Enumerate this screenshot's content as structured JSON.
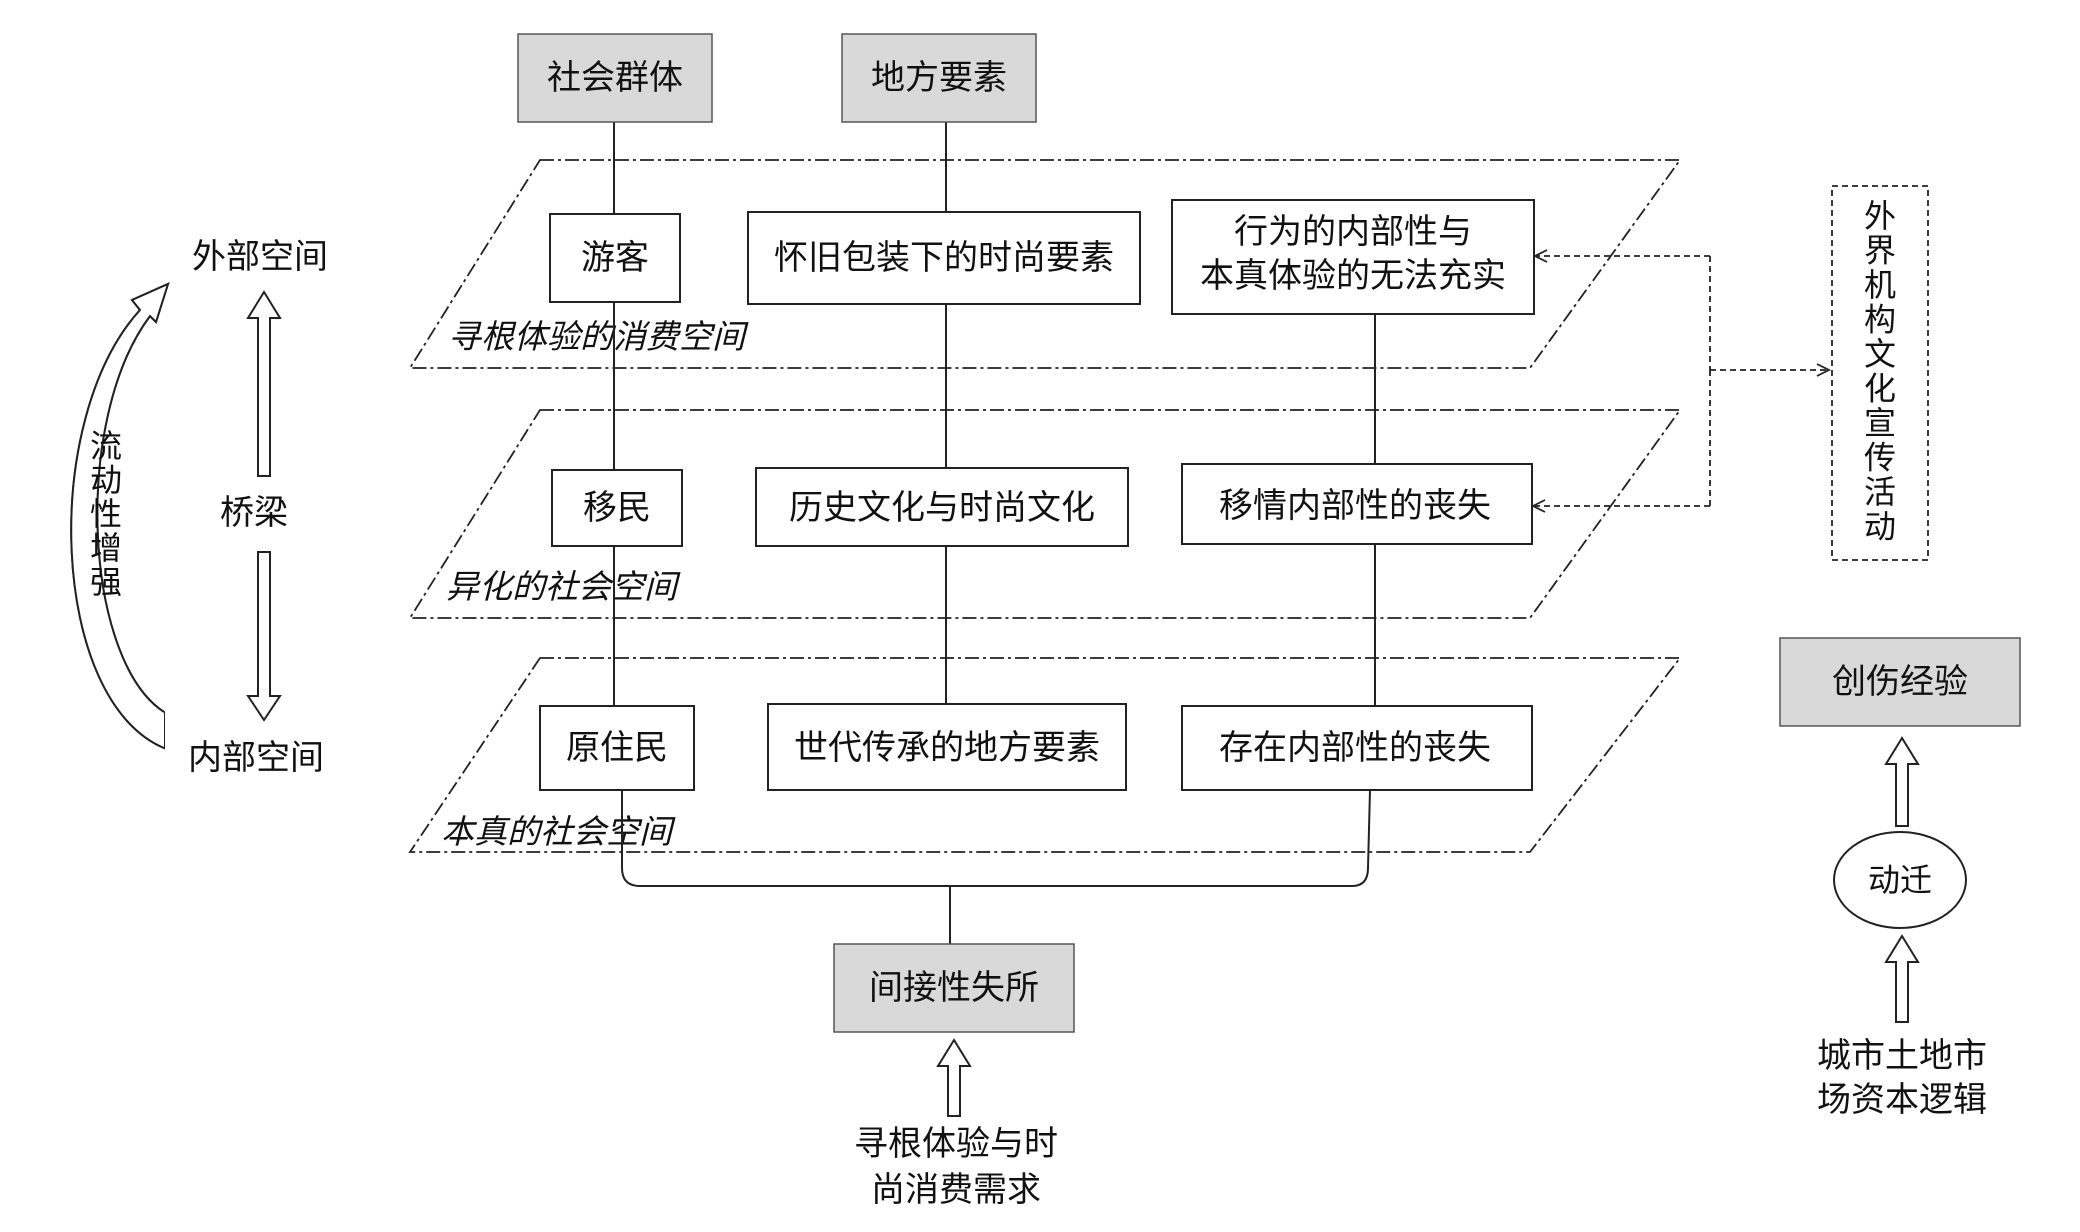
{
  "headers": {
    "social_groups": "社会群体",
    "place_elements": "地方要素"
  },
  "planes": {
    "consumption": "寻根体验的消费空间",
    "alienated": "异化的社会空间",
    "authentic": "本真的社会空间"
  },
  "groups": {
    "tourists": "游客",
    "migrants": "移民",
    "natives": "原住民"
  },
  "elements": {
    "nostalgia_fashion": "怀旧包装下的时尚要素",
    "history_fashion": "历史文化与时尚文化",
    "heritage": "世代传承的地方要素"
  },
  "insideness": {
    "behavioral_line1": "行为的内部性与",
    "behavioral_line2": "本真体验的无法充实",
    "empathetic": "移情内部性的丧失",
    "existential": "存在内部性的丧失"
  },
  "left_axis": {
    "outside": "外部空间",
    "bridge": "桥梁",
    "inside": "内部空间",
    "mobility": [
      "流",
      "动",
      "性",
      "增",
      "强"
    ]
  },
  "outcome": {
    "indirect_placelessness": "间接性失所",
    "demand_line1": "寻根体验与时",
    "demand_line2": "尚消费需求"
  },
  "right_panel": {
    "external_promo": [
      "外",
      "界",
      "机",
      "构",
      "文",
      "化",
      "宣",
      "传",
      "活",
      "动"
    ],
    "trauma": "创伤经验",
    "relocation": "动迁",
    "capital_line1": "城市土地市",
    "capital_line2": "场资本逻辑"
  }
}
